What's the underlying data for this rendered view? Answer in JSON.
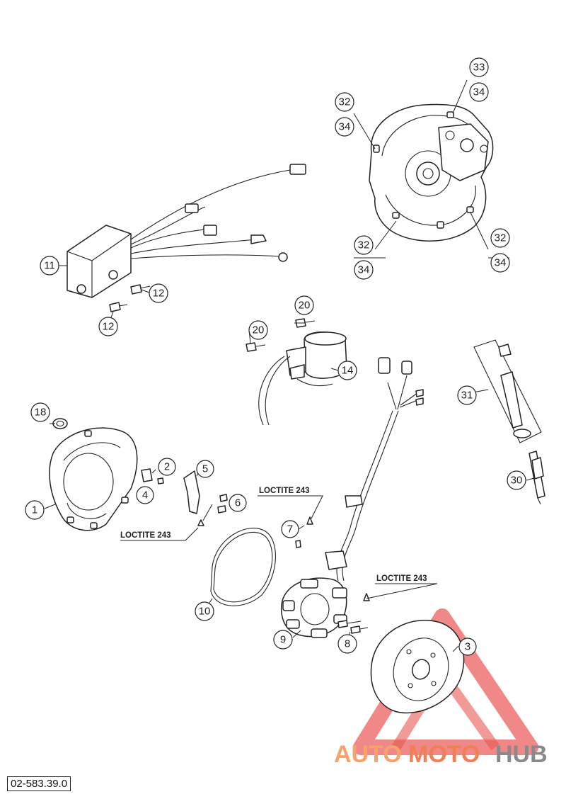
{
  "drawing_code": "02-583.39.0",
  "loctite_label": "LOCTITE 243",
  "watermark": {
    "part1": "AUTO",
    "part2": "MOTO",
    "part3": "HUB",
    "color_part1": "#f5a36a",
    "color_part2": "#f07f57",
    "color_part3": "#8a8a8a",
    "triangle_color": "#e53935"
  },
  "callouts": {
    "c1": "1",
    "c2": "2",
    "c3": "3",
    "c4": "4",
    "c5": "5",
    "c6": "6",
    "c7": "7",
    "c8": "8",
    "c9": "9",
    "c10": "10",
    "c11": "11",
    "c12a": "12",
    "c12b": "12",
    "c14": "14",
    "c18": "18",
    "c20a": "20",
    "c20b": "20",
    "c30": "30",
    "c31": "31",
    "c32a": "32",
    "c34a": "34",
    "c33": "33",
    "c34b": "34",
    "c32b": "32",
    "c34c": "34",
    "c32c": "32",
    "c34d": "34"
  }
}
